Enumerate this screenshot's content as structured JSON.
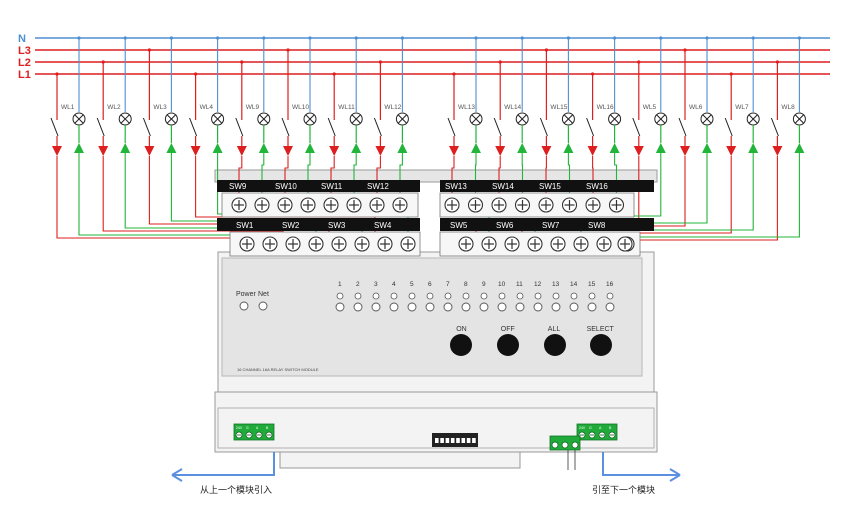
{
  "bus": {
    "lines": [
      {
        "name": "N",
        "color": "#4f8fd0"
      },
      {
        "name": "L3",
        "color": "#dd1f1f"
      },
      {
        "name": "L2",
        "color": "#dd1f1f"
      },
      {
        "name": "L1",
        "color": "#dd1f1f"
      }
    ]
  },
  "loads": {
    "group_a": [
      "WL1",
      "WL2",
      "WL3",
      "WL4",
      "WL9",
      "WL10",
      "WL11",
      "WL12"
    ],
    "group_b": [
      "WL13",
      "WL14",
      "WL15",
      "WL16",
      "WL5",
      "WL6",
      "WL7",
      "WL8"
    ]
  },
  "terminals": {
    "upper_left": [
      "SW9",
      "SW10",
      "SW11",
      "SW12"
    ],
    "upper_right": [
      "SW13",
      "SW14",
      "SW15",
      "SW16"
    ],
    "lower_left": [
      "SW1",
      "SW2",
      "SW3",
      "SW4"
    ],
    "lower_right": [
      "SW5",
      "SW6",
      "SW7",
      "SW8"
    ]
  },
  "panel": {
    "power_label": "Power",
    "net_label": "Net",
    "channel_numbers": [
      "1",
      "2",
      "3",
      "4",
      "5",
      "6",
      "7",
      "8",
      "9",
      "10",
      "11",
      "12",
      "13",
      "14",
      "15",
      "16"
    ],
    "buttons": [
      "ON",
      "OFF",
      "ALL",
      "SELECT"
    ],
    "model_text": "16 CHANNEL 16A RELAY SWITCH MODULE"
  },
  "bus_connectors": {
    "pins": [
      "24V",
      "G",
      "A",
      "B"
    ]
  },
  "notes": {
    "from_prev": "从上一个模块引入",
    "to_next": "引至下一个模块"
  },
  "colors": {
    "live": "#dd1f1f",
    "neutral": "#4f8fd0",
    "load_wire": "#22b53a",
    "arrow": "#5b8fe0",
    "terminal_bar": "#111111"
  }
}
